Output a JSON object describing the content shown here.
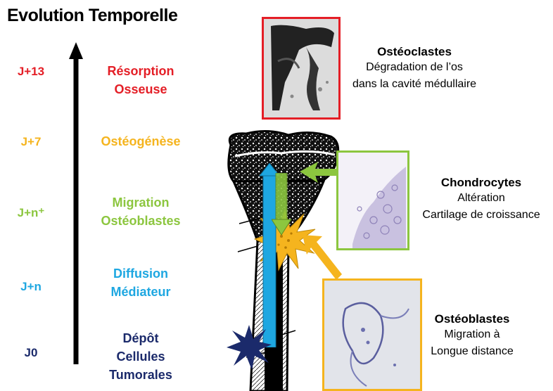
{
  "title": "Evolution Temporelle",
  "colors": {
    "red": "#e41e26",
    "orange": "#f5b41e",
    "green": "#8cc63f",
    "blue": "#1ea7e1",
    "navy": "#1b2a6b"
  },
  "timeline": [
    {
      "day": "J+13",
      "label_lines": [
        "Résorption",
        "Osseuse"
      ],
      "color": "#e41e26"
    },
    {
      "day": "J+7",
      "label_lines": [
        "Ostéogénèse"
      ],
      "color": "#f5b41e"
    },
    {
      "day": "J+n⁺",
      "label_lines": [
        "Migration",
        "Ostéoblastes"
      ],
      "color": "#8cc63f"
    },
    {
      "day": "J+n",
      "label_lines": [
        "Diffusion",
        "Médiateur"
      ],
      "color": "#1ea7e1"
    },
    {
      "day": "J0",
      "label_lines": [
        "Dépôt",
        "Cellules",
        "Tumorales"
      ],
      "color": "#1b2a6b"
    }
  ],
  "cells": {
    "osteoclastes": {
      "title": "Ostéoclastes",
      "lines": [
        "Dégradation de l’os",
        "dans la cavité médullaire"
      ]
    },
    "chondrocytes": {
      "title": "Chondrocytes",
      "lines": [
        "Altération",
        "Cartilage de croissance"
      ]
    },
    "osteoblastes": {
      "title": "Ostéoblastes",
      "lines": [
        "Migration à",
        "Longue distance"
      ]
    }
  }
}
